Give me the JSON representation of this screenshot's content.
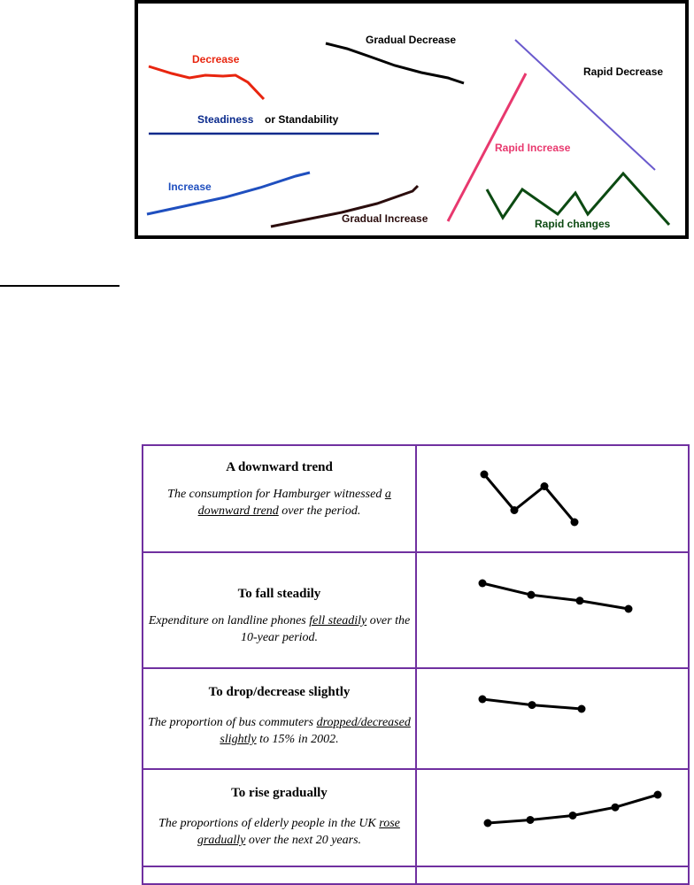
{
  "panel": {
    "labels": {
      "decrease": "Decrease",
      "gradual_decrease": "Gradual Decrease",
      "rapid_decrease": "Rapid Decrease",
      "steadiness": "Steadiness",
      "standability": "or Standability",
      "rapid_increase": "Rapid Increase",
      "increase": "Increase",
      "gradual_increase": "Gradual Increase",
      "rapid_changes": "Rapid changes"
    },
    "colors": {
      "decrease": "#e8250f",
      "gradual_decrease": "#000000",
      "rapid_decrease": "#6a5acd",
      "steadiness": "#0a2a8c",
      "increase": "#1f4fbf",
      "gradual_increase": "#2b0d0d",
      "rapid_increase": "#e8386e",
      "rapid_changes": "#0c4a12"
    }
  },
  "table": {
    "border_color": "#7030a0",
    "rows": [
      {
        "term": "A downward trend",
        "example": {
          "pre": "The consumption for Hamburger witnessed ",
          "underlined": "a downward trend",
          "post": " over the period."
        },
        "trend": [
          4,
          1,
          3,
          0
        ]
      },
      {
        "term": "To fall steadily",
        "example": {
          "pre": "Expenditure on landline phones ",
          "underlined": "fell steadily",
          "post": " over the 10-year period."
        },
        "trend": [
          4,
          3,
          2.5,
          1.8
        ]
      },
      {
        "term": "To drop/decrease slightly",
        "example": {
          "pre": "The proportion of bus commuters ",
          "underlined": "dropped/decreased slightly",
          "post": " to 15% in 2002."
        },
        "trend": [
          3,
          2.4,
          2
        ]
      },
      {
        "term": "To rise gradually",
        "example": {
          "pre": "The proportions of elderly people in the UK ",
          "underlined": "rose gradually",
          "post": " over the next 20 years."
        },
        "trend": [
          1,
          1.5,
          2.2,
          3.5,
          5.5
        ]
      }
    ]
  }
}
